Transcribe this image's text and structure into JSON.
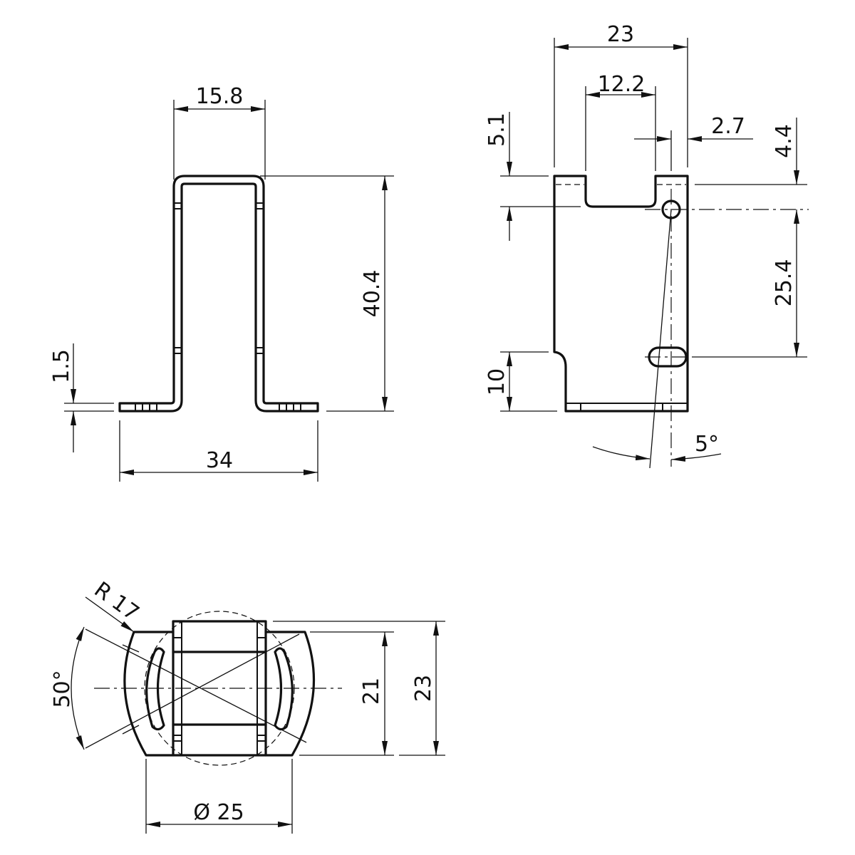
{
  "title": "",
  "views": {
    "front": {
      "width_top": "15.8",
      "height": "40.4",
      "thickness": "1.5",
      "width_base": "34"
    },
    "side": {
      "width": "23",
      "slot_width": "12.2",
      "hole_offset": "2.7",
      "slot_depth": "5.1",
      "hole_top": "4.4",
      "hole_spacing": "25.4",
      "foot_height": "10",
      "angle": "5°"
    },
    "top": {
      "radius": "R 17",
      "angle": "50°",
      "inner_height": "21",
      "outer_height": "23",
      "diameter": "Ø 25"
    }
  }
}
